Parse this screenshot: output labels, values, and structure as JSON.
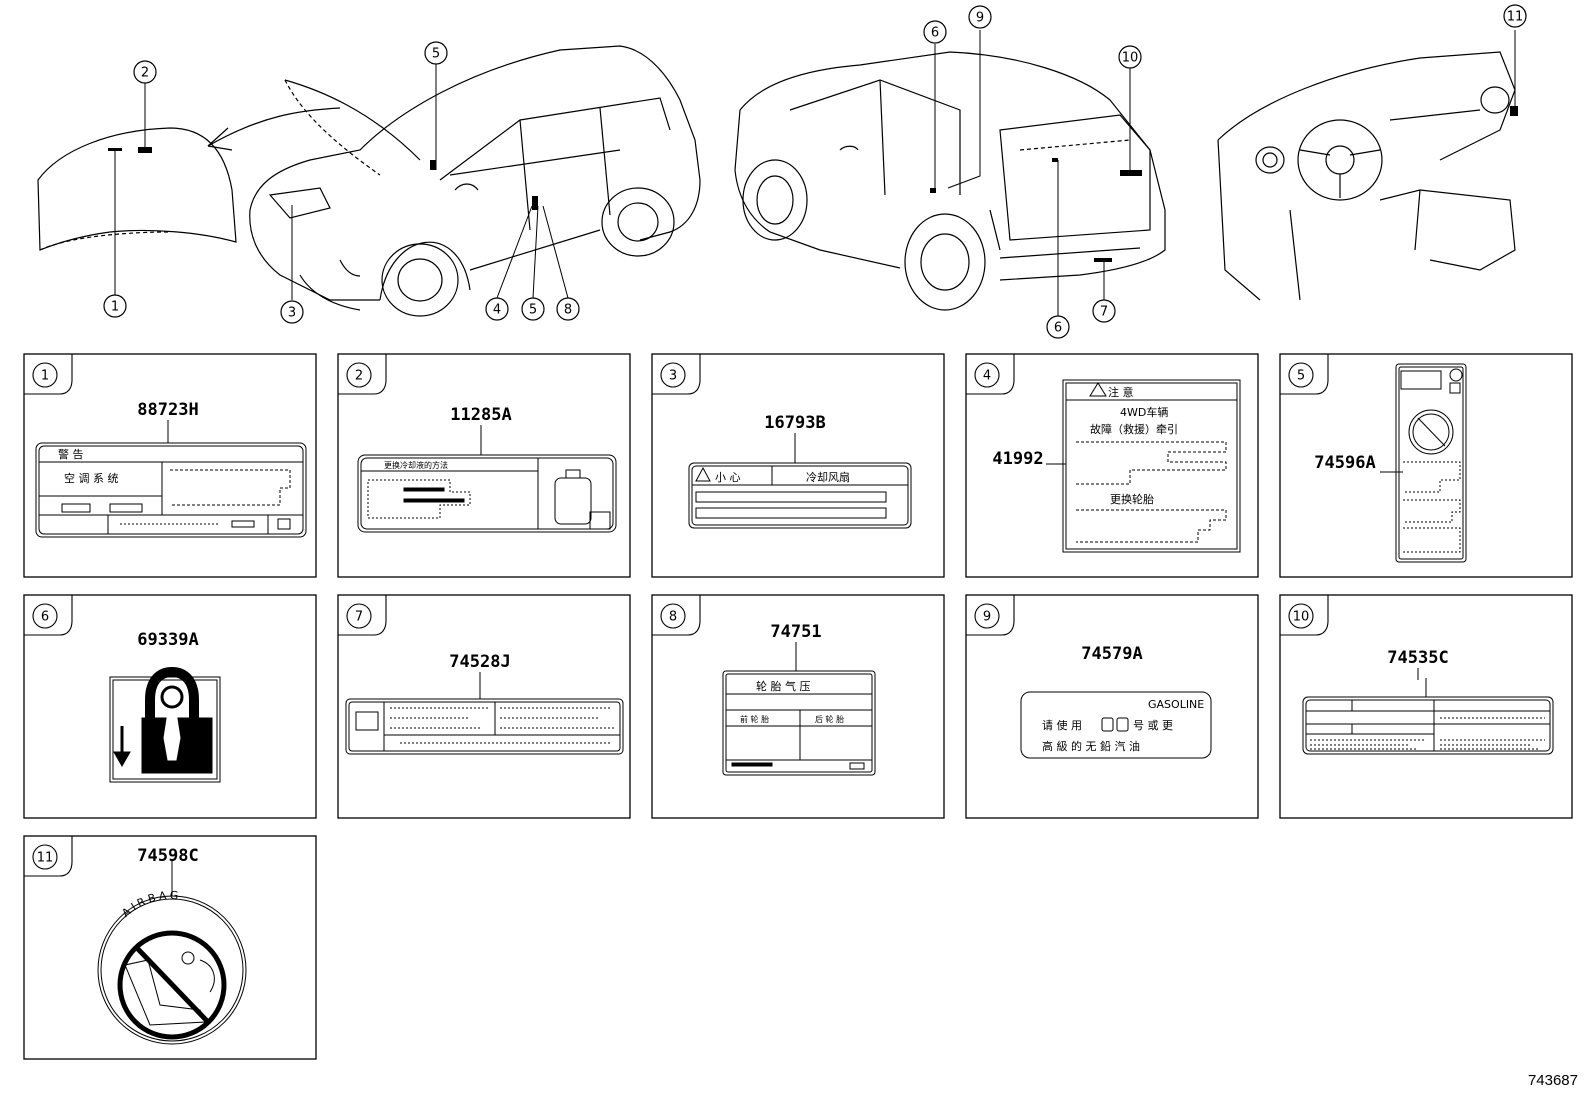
{
  "diagram_code": "743687",
  "callouts": [
    "1",
    "2",
    "3",
    "4",
    "5",
    "6",
    "7",
    "8",
    "9",
    "10",
    "11"
  ],
  "panels": [
    {
      "index": "1",
      "part": "88723H",
      "texts": [
        "警 告",
        "空 调 系 统"
      ]
    },
    {
      "index": "2",
      "part": "11285A",
      "texts": [
        "更换冷却液的方法"
      ]
    },
    {
      "index": "3",
      "part": "16793B",
      "texts": [
        "小 心",
        "冷却风扇"
      ]
    },
    {
      "index": "4",
      "part": "41992",
      "texts": [
        "注 意",
        "4WD车辆",
        "故障（救援）牵引",
        "更换轮胎"
      ]
    },
    {
      "index": "5",
      "part": "74596A",
      "texts": []
    },
    {
      "index": "6",
      "part": "69339A",
      "texts": []
    },
    {
      "index": "7",
      "part": "74528J",
      "texts": []
    },
    {
      "index": "8",
      "part": "74751",
      "texts": [
        "轮 胎 气 压",
        "前 轮 胎",
        "后 轮 胎"
      ]
    },
    {
      "index": "9",
      "part": "74579A",
      "texts": [
        "GASOLINE",
        "请 使 用",
        "号 或 更",
        "高 級 的 无 鉛 汽 油"
      ]
    },
    {
      "index": "10",
      "part": "74535C",
      "texts": []
    },
    {
      "index": "11",
      "part": "74598C",
      "texts": [
        "AIRBAG"
      ]
    }
  ]
}
